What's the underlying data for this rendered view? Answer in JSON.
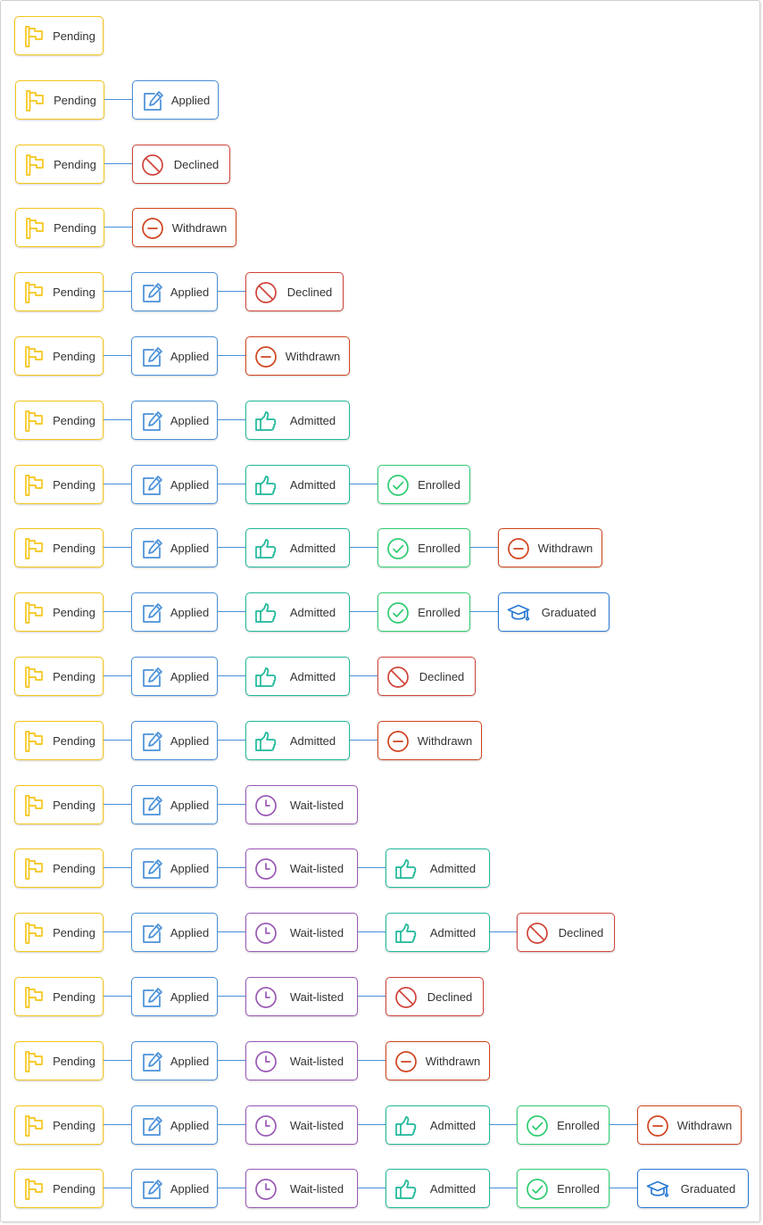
{
  "states": {
    "pending": {
      "label": "Pending",
      "color": "#f5c518",
      "icon": "flag-icon"
    },
    "applied": {
      "label": "Applied",
      "color": "#4a90d9",
      "icon": "edit-icon"
    },
    "declined": {
      "label": "Declined",
      "color": "#d0443a",
      "icon": "prohibited-icon"
    },
    "withdrawn": {
      "label": "Withdrawn",
      "color": "#d0441e",
      "icon": "minus-circle-icon"
    },
    "admitted": {
      "label": "Admitted",
      "color": "#1fb89a",
      "icon": "thumbs-up-icon"
    },
    "enrolled": {
      "label": "Enrolled",
      "color": "#2ecc71",
      "icon": "check-circle-icon"
    },
    "graduated": {
      "label": "Graduated",
      "color": "#2a7ad4",
      "icon": "graduation-cap-icon"
    },
    "wait_listed": {
      "label": "Wait-listed",
      "color": "#9b59b6",
      "icon": "clock-icon"
    }
  },
  "connector_color": "#4a90d9",
  "flows": [
    [
      "pending"
    ],
    [
      "pending",
      "applied"
    ],
    [
      "pending",
      "declined"
    ],
    [
      "pending",
      "withdrawn"
    ],
    [
      "pending",
      "applied",
      "declined"
    ],
    [
      "pending",
      "applied",
      "withdrawn"
    ],
    [
      "pending",
      "applied",
      "admitted"
    ],
    [
      "pending",
      "applied",
      "admitted",
      "enrolled"
    ],
    [
      "pending",
      "applied",
      "admitted",
      "enrolled",
      "withdrawn"
    ],
    [
      "pending",
      "applied",
      "admitted",
      "enrolled",
      "graduated"
    ],
    [
      "pending",
      "applied",
      "admitted",
      "declined"
    ],
    [
      "pending",
      "applied",
      "admitted",
      "withdrawn"
    ],
    [
      "pending",
      "applied",
      "wait_listed"
    ],
    [
      "pending",
      "applied",
      "wait_listed",
      "admitted"
    ],
    [
      "pending",
      "applied",
      "wait_listed",
      "admitted",
      "declined"
    ],
    [
      "pending",
      "applied",
      "wait_listed",
      "declined"
    ],
    [
      "pending",
      "applied",
      "wait_listed",
      "withdrawn"
    ],
    [
      "pending",
      "applied",
      "wait_listed",
      "admitted",
      "enrolled",
      "withdrawn"
    ],
    [
      "pending",
      "applied",
      "wait_listed",
      "admitted",
      "enrolled",
      "graduated"
    ]
  ]
}
